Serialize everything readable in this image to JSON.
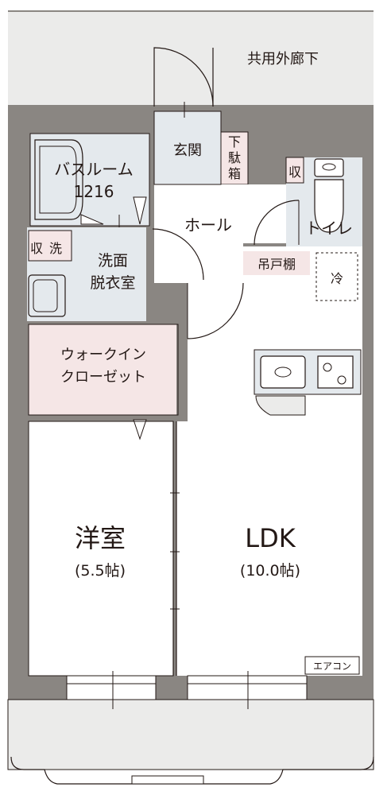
{
  "labels": {
    "corridor": "共用外廊下",
    "entrance": "玄関",
    "shoe_box": [
      "下",
      "駄",
      "箱"
    ],
    "bathroom": "バスルーム",
    "bathroom_size": "1216",
    "hall": "ホール",
    "storage": "収",
    "toilet": "トイレ",
    "wash_machine": "洗",
    "wash_storage": "収",
    "washroom": [
      "洗面",
      "脱衣室"
    ],
    "hanging_cabinet": "吊戸棚",
    "fridge": "冷",
    "walk_in_closet": [
      "ウォークイン",
      "クローゼット"
    ],
    "western_room": "洋室",
    "western_room_size": "(5.5帖)",
    "ldk": "LDK",
    "ldk_size": "(10.0帖)",
    "aircon": "エアコン"
  },
  "colors": {
    "wall": "#8a8682",
    "corridor_fill": "#ebebea",
    "balcony_fill": "#ebebea",
    "wet_area": "#e4e9ed",
    "closet": "#f5e6e6",
    "cabinet": "#f5e6e6",
    "floor": "#ffffff",
    "line": "#231815"
  }
}
